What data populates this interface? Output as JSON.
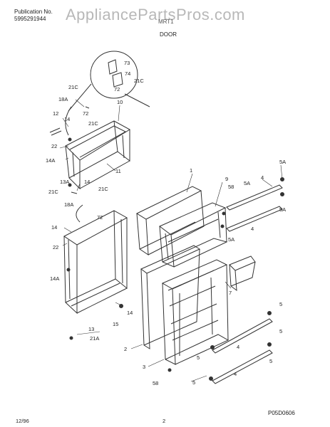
{
  "header": {
    "publication_label": "Publication No.",
    "publication_number": "5995291944",
    "model_partial": "MRT1",
    "section": "DOOR"
  },
  "watermark": "AppliancePartsPros.com",
  "footer": {
    "date": "12/96",
    "page": "2",
    "drawing_code": "P05D0606"
  },
  "callouts": [
    "73",
    "74",
    "21C",
    "72",
    "21C",
    "18A",
    "72",
    "10",
    "12",
    "14",
    "21C",
    "22",
    "14A",
    "11",
    "13A",
    "14",
    "21C",
    "21C",
    "18A",
    "72",
    "14",
    "22",
    "14A",
    "14",
    "15",
    "13",
    "21A",
    "1",
    "9",
    "58",
    "5A",
    "4",
    "5A",
    "5A",
    "4",
    "5A",
    "7",
    "5",
    "5",
    "2",
    "3",
    "4",
    "5",
    "5",
    "4",
    "58",
    "5"
  ]
}
